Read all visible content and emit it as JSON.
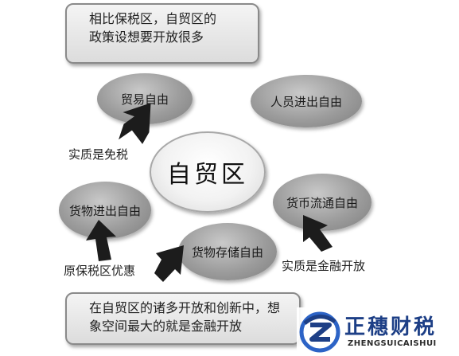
{
  "top_box": {
    "lines": [
      "相比保税区，自贸区的",
      "政策设想要开放很多"
    ]
  },
  "center": {
    "label": "自贸区"
  },
  "nodes": {
    "trade": "贸易自由",
    "personnel": "人员进出自由",
    "goods": "货物进出自由",
    "currency": "货币流通自由",
    "storage": "货物存储自由"
  },
  "notes": {
    "tax_free": "实质是免税",
    "bonded_benefit": "原保税区优惠",
    "financial_open": "实质是金融开放"
  },
  "bottom_box": {
    "lines": [
      "在自贸区的诸多开放和创新中，想",
      "象空间最大的就是金融开放"
    ]
  },
  "watermark": {
    "title": "正穗财税",
    "subtitle": "ZHENGSUICAISHUI",
    "colors": {
      "blue": "#1d3f86",
      "ring": "#2c63c6",
      "dark": "#2b2b2b"
    }
  }
}
